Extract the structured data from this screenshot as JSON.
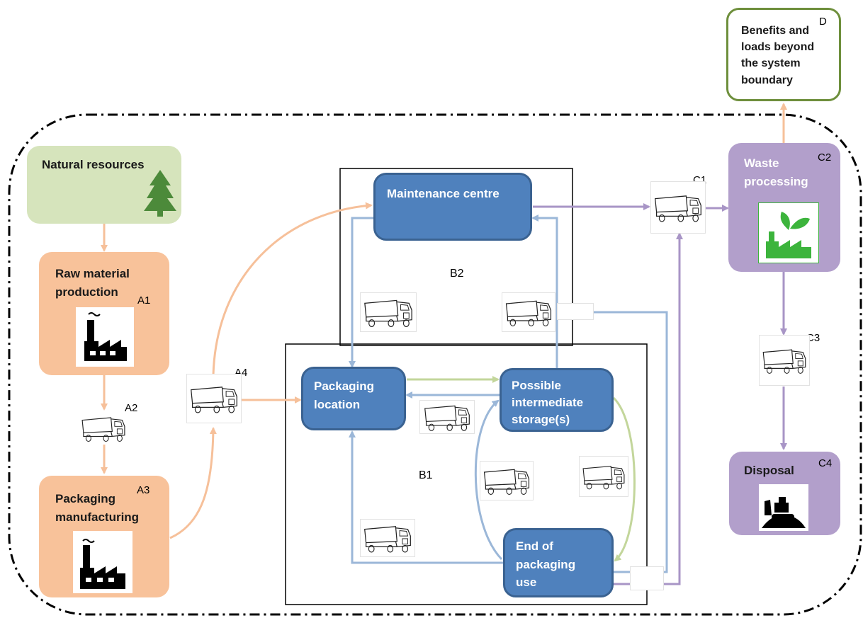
{
  "nodes": {
    "natural": {
      "label": "Natural resources"
    },
    "raw": {
      "label": "Raw material production",
      "code": "A1"
    },
    "packaging_mfg": {
      "label": "Packaging manufacturing",
      "code": "A3"
    },
    "maintenance": {
      "label": "Maintenance centre"
    },
    "packaging_location": {
      "label": "Packaging location"
    },
    "storage": {
      "label": "Possible intermediate storage(s)"
    },
    "end_use": {
      "label": "End of packaging use"
    },
    "waste": {
      "label": "Waste processing",
      "code": "C2"
    },
    "disposal": {
      "label": "Disposal",
      "code": "C4"
    },
    "benefits": {
      "label": "Benefits and loads beyond the system boundary",
      "code": "D"
    }
  },
  "regions": {
    "b1": "B1",
    "b2": "B2"
  },
  "transport": {
    "a2": "A2",
    "a4": "A4",
    "c1": "C1",
    "c3": "C3"
  },
  "colors": {
    "green_fill": "#d6e4bc",
    "orange_fill": "#f8c29a",
    "orange_arrow": "#f6c09a",
    "blue_fill": "#4f81bd",
    "blue_border": "#3a6291",
    "blue_arrow": "#9bb7d8",
    "purple_fill": "#b29fcb",
    "purple_arrow": "#a895c6",
    "green_arrow": "#c3d69b",
    "benefits_border": "#6e8f3c",
    "tree": "#4c8a3a",
    "factory": "#000000",
    "eco_factory": "#3cb43c"
  },
  "icons": [
    "tree-icon",
    "factory-icon",
    "eco-factory-icon",
    "bulldozer-icon",
    "truck-icon"
  ]
}
